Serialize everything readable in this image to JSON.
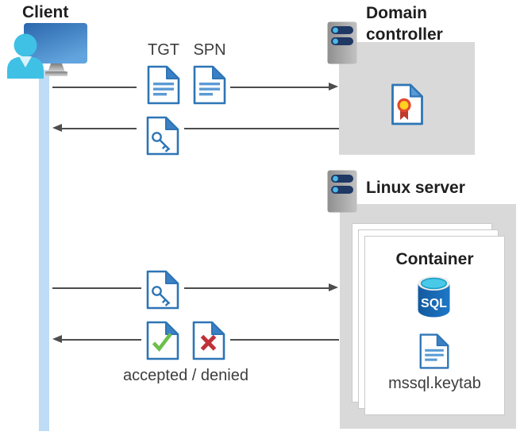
{
  "client": {
    "label": "Client",
    "icon": "person-at-computer-icon",
    "lifeline_icon": "client-lifeline"
  },
  "domain_controller": {
    "label_line1": "Domain",
    "label_line2": "controller",
    "icon": "server-icon",
    "certificate_icon": "certificate-document-icon"
  },
  "linux_server": {
    "label": "Linux server",
    "icon": "server-icon"
  },
  "container": {
    "label": "Container",
    "sql_icon": "sql-database-icon",
    "sql_icon_label": "SQL",
    "keytab_icon": "text-document-icon",
    "keytab_label": "mssql.keytab"
  },
  "flow": {
    "tgt_label": "TGT",
    "spn_label": "SPN",
    "request_icons": [
      "tgt-text-document-icon",
      "spn-text-document-icon"
    ],
    "ticket_icon": "key-document-icon",
    "accepted_icon": "check-document-icon",
    "denied_icon": "cross-document-icon",
    "result_label": "accepted / denied"
  },
  "colors": {
    "accent_blue": "#2e75b6",
    "light_blue": "#5b9bd5",
    "lifeline_blue": "#bedcf5",
    "box_gray": "#d9d9d9",
    "arrow_gray": "#4d4d4d",
    "check_green": "#6cbf4b",
    "cross_red": "#bf3238",
    "sql_blue": "#1766b8",
    "sql_cyan": "#49c9e8",
    "cert_yellow": "#ffd21e",
    "cert_red": "#c0392e",
    "person_cyan": "#3fc0e5",
    "server_navy": "#1f3864"
  }
}
